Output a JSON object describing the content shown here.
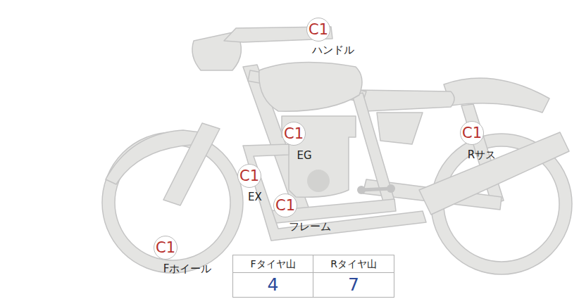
{
  "diagram": {
    "nodes": [
      {
        "text": [
          "C1",
          "ハンドル"
        ]
      },
      {
        "text": [
          "C1",
          "EG"
        ]
      },
      {
        "text": [
          "C1",
          "Rサス"
        ]
      },
      {
        "text": [
          "C1",
          "EX"
        ]
      },
      {
        "text": [
          "C1",
          "フレーム"
        ]
      },
      {
        "text": [
          "C1",
          "Fホイール"
        ]
      }
    ],
    "labels": [
      "Fタイヤ山",
      "Rタイヤ山",
      "4",
      "7"
    ]
  }
}
